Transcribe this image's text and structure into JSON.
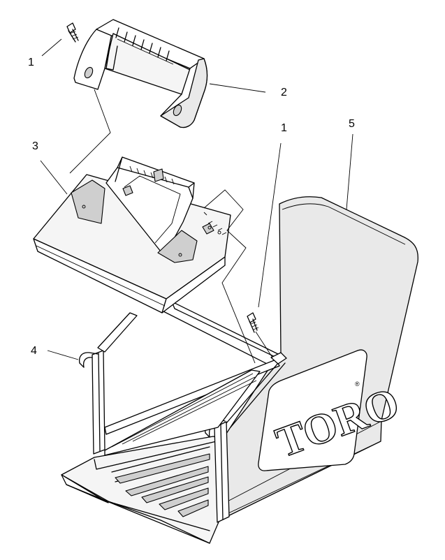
{
  "callouts": [
    {
      "id": "screw-top",
      "label": "1"
    },
    {
      "id": "handle",
      "label": "2"
    },
    {
      "id": "frame-cover",
      "label": "3"
    },
    {
      "id": "screw-right",
      "label": "1"
    },
    {
      "id": "bag",
      "label": "5"
    },
    {
      "id": "frame-rod",
      "label": "4"
    }
  ],
  "logo": {
    "text": "TORO",
    "trademark": "®"
  },
  "colors": {
    "line": "#000000",
    "shade": "#e9e9e9",
    "background": "#ffffff"
  }
}
